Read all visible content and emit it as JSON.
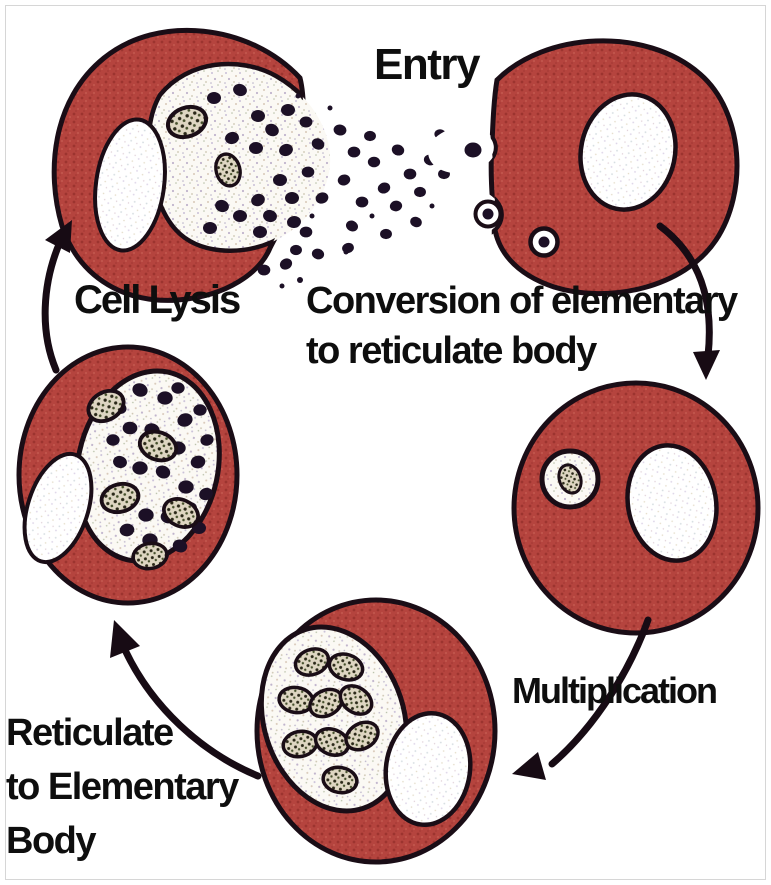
{
  "diagram": {
    "labels": {
      "entry": "Entry",
      "conversion_line1": "Conversion of elementary",
      "conversion_line2": "to reticulate body",
      "multiplication": "Multiplication",
      "reticulate_line1": "Reticulate",
      "reticulate_line2": "to Elementary",
      "reticulate_line3": "Body",
      "cell_lysis": "Cell Lysis"
    },
    "colors": {
      "cell_fill": "#b5443e",
      "cell_fill_dark": "#9c342f",
      "cell_fill_light": "#c2554c",
      "outline": "#1a0d16",
      "elementary_body": "#1c1026",
      "label_text": "#0e0e0e",
      "background": "#ffffff",
      "frame_border": "#d6d6d6"
    }
  }
}
